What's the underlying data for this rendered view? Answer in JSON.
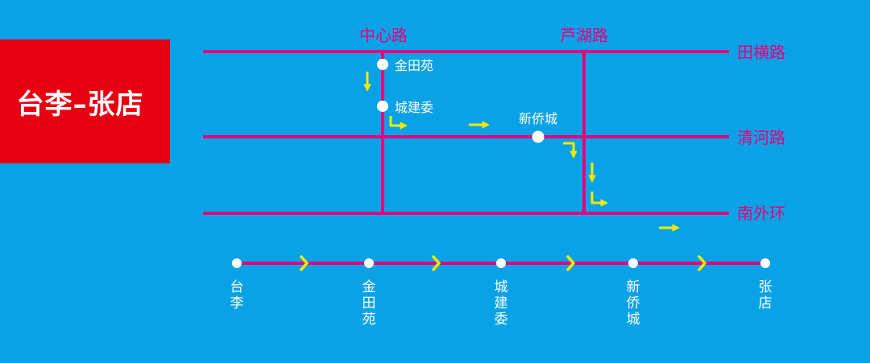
{
  "title": "台李–张店",
  "roads": {
    "vertical_1": "中心路",
    "vertical_2": "芦湖路",
    "horizontal_1": "田横路",
    "horizontal_2": "清河路",
    "horizontal_3": "南外环"
  },
  "map_stops": {
    "stop_1": "金田苑",
    "stop_2": "城建委",
    "stop_3": "新侨城"
  },
  "route_stops": [
    "台",
    "李",
    "金",
    "田",
    "苑",
    "城",
    "建",
    "委",
    "新",
    "侨",
    "城",
    "张",
    "店"
  ],
  "colors": {
    "background": "#0aa2e6",
    "title_box": "#e60012",
    "road": "#e6007e",
    "arrow": "#f2ea00",
    "stop": "#ffffff"
  }
}
